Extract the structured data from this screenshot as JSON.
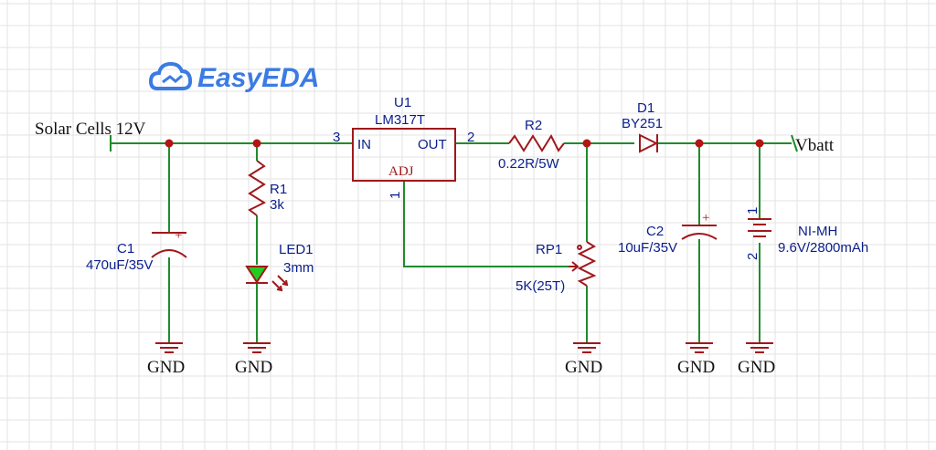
{
  "logo": {
    "text": "EasyEDA"
  },
  "nets": {
    "input": "Solar Cells 12V",
    "output": "Vbatt",
    "ground": "GND"
  },
  "regulator": {
    "ref": "U1",
    "value": "LM317T",
    "pin_in": "IN",
    "pin_out": "OUT",
    "pin_adj": "ADJ",
    "pin_in_num": "3",
    "pin_out_num": "2",
    "pin_adj_num": "1"
  },
  "components": {
    "c1": {
      "ref": "C1",
      "value": "470uF/35V",
      "polarity": "+"
    },
    "r1": {
      "ref": "R1",
      "value": "3k"
    },
    "led1": {
      "ref": "LED1",
      "value": "3mm"
    },
    "r2": {
      "ref": "R2",
      "value": "0.22R/5W"
    },
    "rp1": {
      "ref": "RP1",
      "value": "5K(25T)"
    },
    "d1": {
      "ref": "D1",
      "value": "BY251"
    },
    "c2": {
      "ref": "C2",
      "value": "10uF/35V",
      "polarity": "+"
    },
    "bat": {
      "ref": "NI-MH",
      "value": "9.6V/2800mAh",
      "pin1": "1",
      "pin2": "2"
    }
  },
  "colors": {
    "wire": "#1e8c2a",
    "part": "#a0181c",
    "junction": "#b41414",
    "label": "#0a1e8c",
    "led_fill": "#22cc22",
    "logo": "#3b7be3"
  }
}
